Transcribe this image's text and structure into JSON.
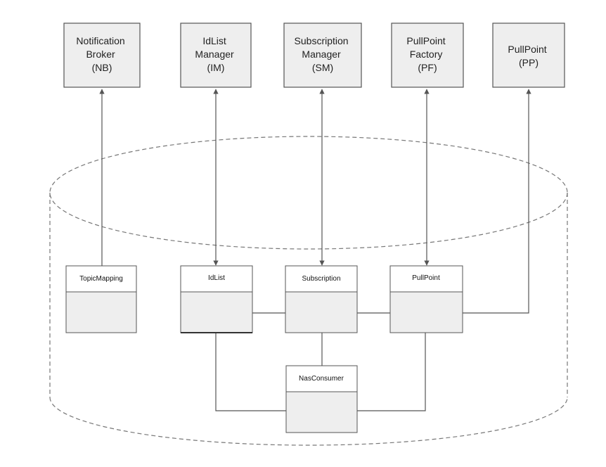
{
  "services": [
    {
      "id": "nb",
      "lines": [
        "Notification",
        "Broker",
        "(NB)"
      ]
    },
    {
      "id": "im",
      "lines": [
        "IdList",
        "Manager",
        "(IM)"
      ]
    },
    {
      "id": "sm",
      "lines": [
        "Subscription",
        "Manager",
        "(SM)"
      ]
    },
    {
      "id": "pf",
      "lines": [
        "PullPoint",
        "Factory",
        "(PF)"
      ]
    },
    {
      "id": "pp",
      "lines": [
        "PullPoint",
        "(PP)"
      ]
    }
  ],
  "entities": [
    {
      "id": "topicmapping",
      "label": "TopicMapping"
    },
    {
      "id": "idlist",
      "label": "IdList"
    },
    {
      "id": "subscription",
      "label": "Subscription"
    },
    {
      "id": "pullpoint",
      "label": "PullPoint"
    },
    {
      "id": "nasconsumer",
      "label": "NasConsumer"
    }
  ],
  "colors": {
    "box_fill": "#eeeeee",
    "box_stroke": "#555555",
    "line": "#555555",
    "dashed": "#777777"
  }
}
